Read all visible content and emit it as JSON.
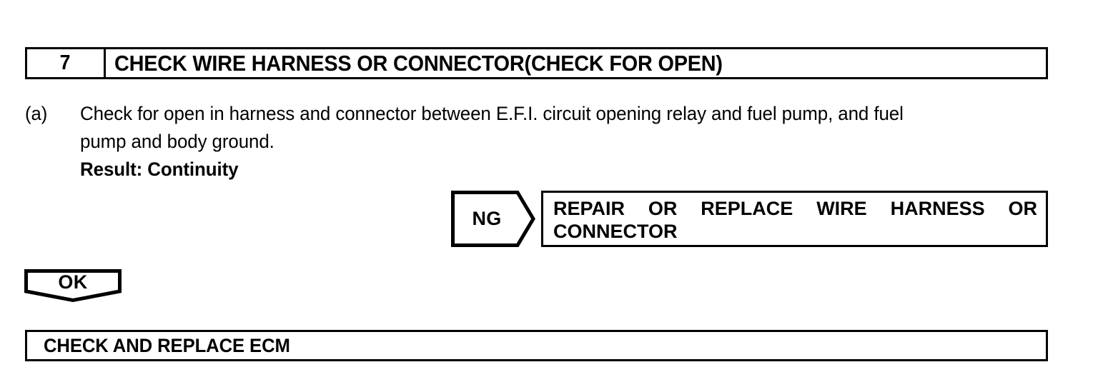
{
  "step_header": {
    "number": "7",
    "title": "CHECK WIRE HARNESS OR CONNECTOR(CHECK FOR OPEN)"
  },
  "procedure": {
    "label": "(a)",
    "line1": "Check for open in harness and connector between E.F.I. circuit opening relay and fuel pump, and fuel",
    "line2": "pump and body ground.",
    "result": "Result: Continuity"
  },
  "ng_branch": {
    "badge": "NG",
    "action_line1": "REPAIR OR REPLACE WIRE HARNESS OR",
    "action_line2": "CONNECTOR"
  },
  "ok_branch": {
    "badge": "OK"
  },
  "final_action": {
    "label": "CHECK AND REPLACE ECM"
  },
  "colors": {
    "ink": "#000000",
    "paper": "#ffffff"
  }
}
